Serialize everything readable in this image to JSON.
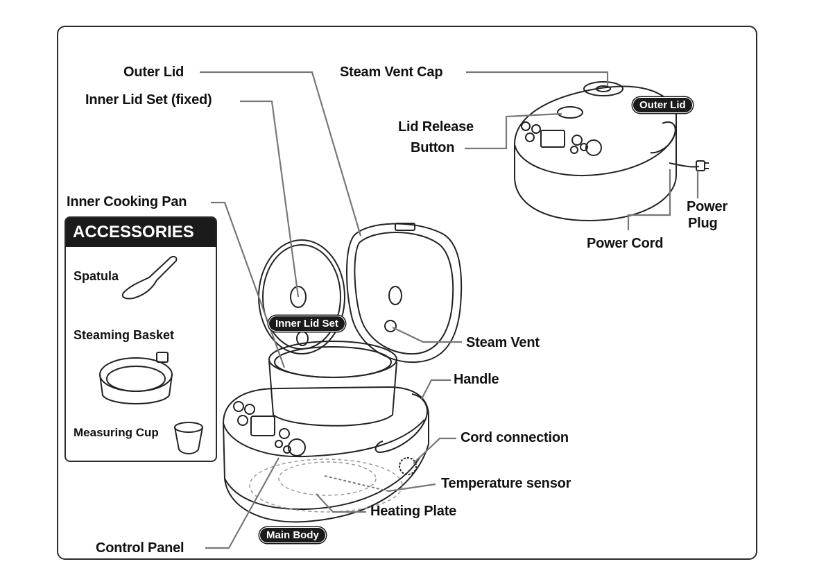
{
  "labels": {
    "outer_lid": "Outer Lid",
    "inner_lid_set_fixed": "Inner Lid Set (fixed)",
    "inner_cooking_pan": "Inner Cooking Pan",
    "steam_vent_cap": "Steam Vent Cap",
    "lid_release_line1": "Lid Release",
    "lid_release_line2": "Button",
    "power_plug_line1": "Power",
    "power_plug_line2": "Plug",
    "power_cord": "Power Cord",
    "steam_vent": "Steam Vent",
    "handle": "Handle",
    "cord_connection": "Cord connection",
    "temperature_sensor": "Temperature sensor",
    "heating_plate": "Heating Plate",
    "control_panel": "Control Panel"
  },
  "pills": {
    "outer_lid": "Outer Lid",
    "inner_lid_set": "Inner Lid Set",
    "main_body": "Main Body"
  },
  "accessories": {
    "title": "ACCESSORIES",
    "spatula": "Spatula",
    "steaming_basket": "Steaming Basket",
    "measuring_cup": "Measuring Cup"
  }
}
